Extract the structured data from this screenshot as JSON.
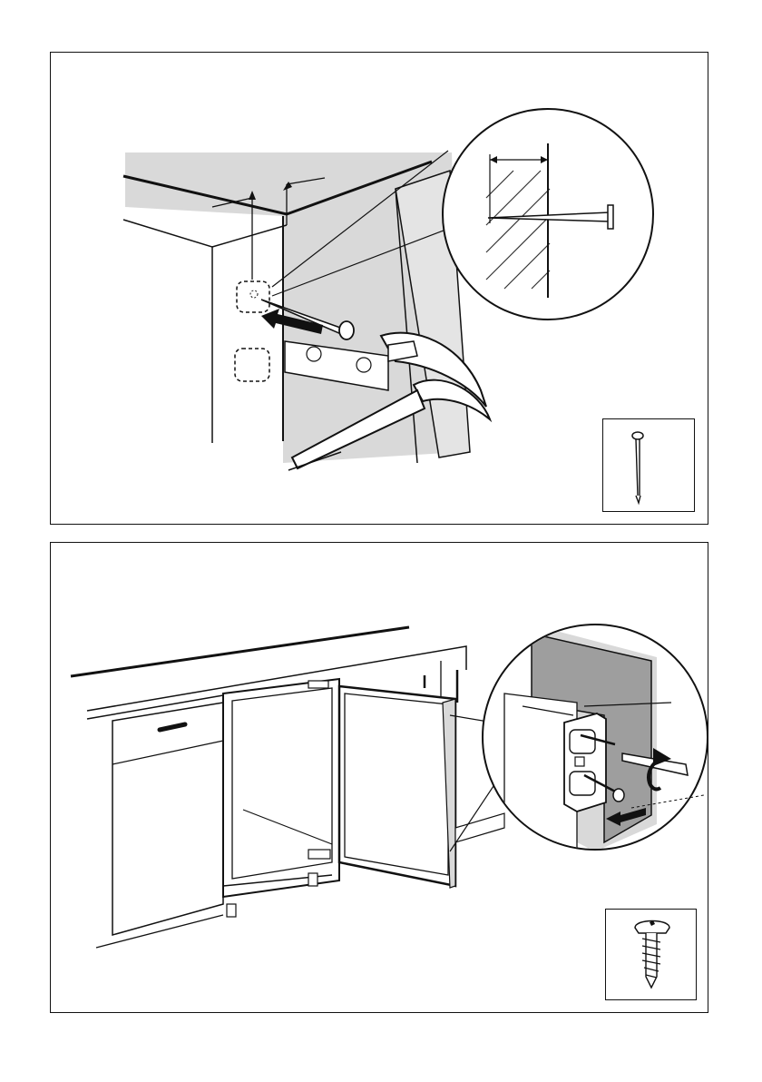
{
  "diagram": {
    "steps": [
      {
        "id": "step-1",
        "subject": "nail-fixing-into-cabinet",
        "fastener_icon": "nail-icon"
      },
      {
        "id": "step-2",
        "subject": "door-hinge-screw-fixing",
        "fastener_icon": "screw-icon"
      }
    ],
    "colors": {
      "line": "#111111",
      "wall_grey": "#d9d9d9",
      "hatch": "#333333"
    }
  }
}
